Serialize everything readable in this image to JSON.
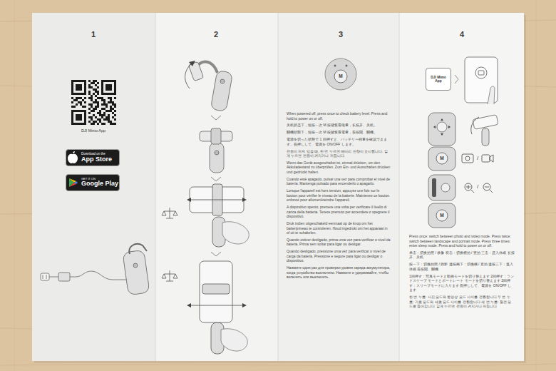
{
  "diagram": {
    "nodes": [
      {
        "text": [
          "Download on the",
          "App Store"
        ]
      },
      {
        "text": [
          "GET IT ON",
          "Google Play"
        ]
      },
      {
        "text": [
          "DJI Mimo App"
        ]
      }
    ],
    "labels": [
      "1",
      "2",
      "3",
      "4",
      "DJI Mimo App",
      "M",
      "M",
      "/",
      "M",
      "/",
      "When powered off, press once to check battery level. Press and hold to power on or off.",
      "关机状态下，短按一次 M 按键查看电量，长按开、关机。",
      "關機狀態下，短按一次 M 按鍵查看電量，長按開、關機。",
      "電源を切った状態で 1 回押すと、バッテリー残量を確認できます。長押しして、電源を ON/OFF します。",
      "전원이 꺼져 있을 때, 한 번 누르면 배터리 잔량이 표시됩니다. 길게 누르면 전원이 켜지거나 꺼집니다.",
      "Wenn das Gerät ausgeschaltet ist, einmal drücken, um den Akkuladestand zu überprüfen. Zum Ein- und Ausschalten drücken und gedrückt halten.",
      "Cuando esté apagado, pulsar una vez para comprobar el nivel de batería. Mantenga pulsado para encenderlo o apagarlo.",
      "Lorsque l'appareil est hors tension, appuyez une fois sur le bouton pour vérifier le niveau de la batterie. Maintenez ce bouton enfoncé pour allumer/éteindre l'appareil.",
      "A dispositivo spento, premere una volta per verificare il livello di carica della batteria. Tenere premuto per accendere o spegnere il dispositivo.",
      "Druk indien uitgeschakeld eenmaal op de knop om het batterijniveau te controleren. Houd ingedrukt om het apparaat in of uit te schakelen.",
      "Quando estiver desligado, prima uma vez para verificar o nível da bateria. Prima sem soltar para ligar ou desligar.",
      "Quando desligado, pressione uma vez para verificar o nível de carga da bateria. Pressione e segure para ligar ou desligar o dispositivo.",
      "Нажмите один раз для проверки уровня заряда аккумулятора, когда устройство выключено. Нажмите и удерживайте, чтобы включить или выключить.",
      "Press once: switch between photo and video mode. Press twice: switch between landscape and portrait mode. Press three times: enter sleep mode. Press and hold to power on or off.",
      "单击：切换拍照 / 录像 双击：切换横拍 / 竖拍 三击：进入休眠 长按开、关机",
      "按一下：切換拍照 / 錄影 連按兩下：切換橫 / 直拍 連按三下：進入休眠 長按開、關機",
      "1回押す：写真モードと動画モードを切り替えます 2回押す：ランドスケープ モードとポートレート モードを切り替えます 3回押す：スリープモードに入ります 長押しして、電源を ON/OFF します",
      "한 번 누름: 사진 모드와 동영상 모드 사이를 전환합니다 두 번 누름: 가로 모드와 세로 모드 사이를 전환합니다 세 번 누름: 절전 모드로 들어갑니다 길게 누르면 전원이 켜지거나 꺼집니다"
    ]
  }
}
